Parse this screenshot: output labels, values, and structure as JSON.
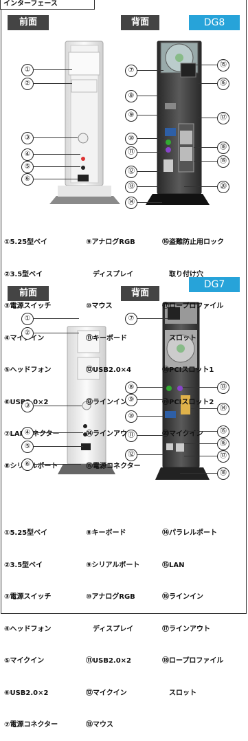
{
  "tab_label": "インターフェース",
  "dg8": {
    "front_label": "前面",
    "back_label": "背面",
    "model": "DG8",
    "front_callouts": [
      "①",
      "②",
      "③",
      "④",
      "⑤",
      "⑥"
    ],
    "back_callouts": [
      "⑦",
      "⑧",
      "⑨",
      "⑩",
      "⑪",
      "⑫",
      "⑬",
      "⑭",
      "⑮",
      "⑯",
      "⑰",
      "⑱",
      "⑲",
      "⑳"
    ],
    "legend": {
      "col1": [
        "①5.25型ベイ",
        "②3.5型ベイ",
        "③電源スイッチ",
        "④マイクイン",
        "⑤ヘッドフォン",
        "⑥USB2.0×2",
        "⑦LANコネクター",
        "⑧シリアルポート"
      ],
      "col2": [
        "⑨アナログRGB",
        "　ディスプレイ",
        "⑩マウス",
        "⑪キーボード",
        "⑫USB2.0×4",
        "⑬ラインイン",
        "⑭ラインアウト",
        "⑮電源コネクター"
      ],
      "col3": [
        "⑯盗難防止用ロック",
        "　取り付け穴",
        "⑰ロープロファイル",
        "　スロット",
        "⑱PCIスロット1",
        "⑲PCIスロット2",
        "⑳マイクイン"
      ]
    }
  },
  "dg7": {
    "front_label": "前面",
    "back_label": "背面",
    "model": "DG7",
    "front_callouts": [
      "①",
      "②",
      "③",
      "④",
      "⑤",
      "⑥"
    ],
    "back_callouts": [
      "⑦",
      "⑧",
      "⑨",
      "⑩",
      "⑪",
      "⑫",
      "⑬",
      "⑭",
      "⑮",
      "⑯",
      "⑰",
      "⑱"
    ],
    "legend": {
      "col1": [
        "①5.25型ベイ",
        "②3.5型ベイ",
        "③電源スイッチ",
        "④ヘッドフォン",
        "⑤マイクイン",
        "⑥USB2.0×2",
        "⑦電源コネクター"
      ],
      "col2": [
        "⑧キーボード",
        "⑨シリアルポート",
        "⑩アナログRGB",
        "　ディスプレイ",
        "⑪USB2.0×2",
        "⑫マイクイン",
        "⑬マウス"
      ],
      "col3": [
        "⑭パラレルポート",
        "⑮LAN",
        "⑯ラインイン",
        "⑰ラインアウト",
        "⑱ロープロファイル",
        "　スロット"
      ]
    }
  }
}
